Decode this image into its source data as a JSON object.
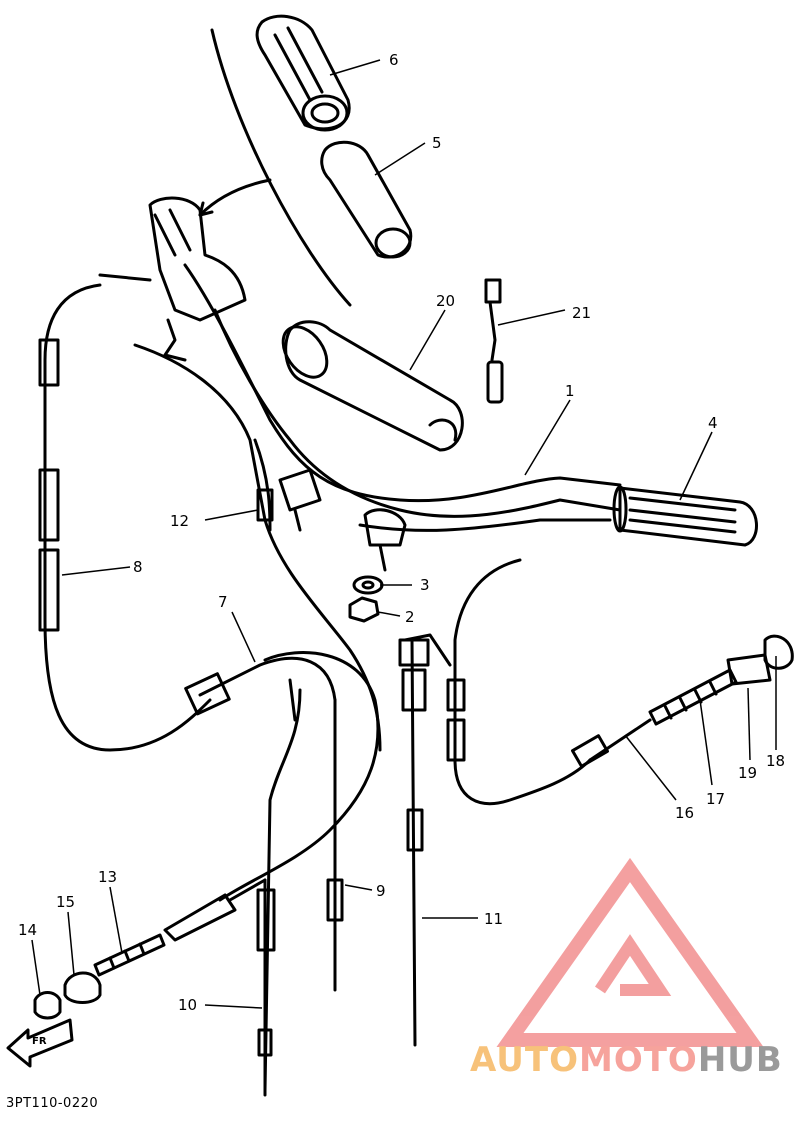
{
  "diagram_code": "3PT110-0220",
  "front_marker": "FR",
  "watermark": {
    "part1": "AUTO",
    "part2": "MOTO",
    "part3": "HUB",
    "color1": "#f7c27a",
    "color2": "#f6a39c",
    "color3": "#9a9a9a",
    "logo_color": "#f08080"
  },
  "callouts": [
    "1",
    "2",
    "3",
    "4",
    "5",
    "6",
    "7",
    "8",
    "9",
    "10",
    "11",
    "12",
    "13",
    "14",
    "15",
    "16",
    "17",
    "18",
    "19",
    "20",
    "21"
  ]
}
